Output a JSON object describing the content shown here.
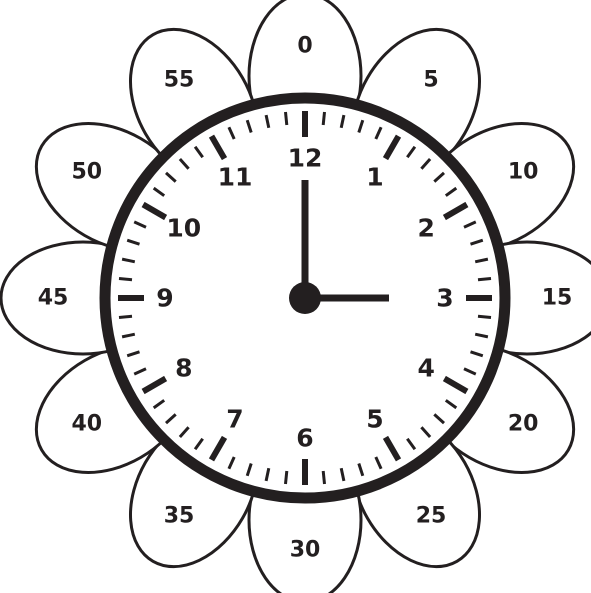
{
  "clock": {
    "hour_labels": [
      "12",
      "1",
      "2",
      "3",
      "4",
      "5",
      "6",
      "7",
      "8",
      "9",
      "10",
      "11"
    ],
    "minute_labels": [
      "0",
      "5",
      "10",
      "15",
      "20",
      "25",
      "30",
      "35",
      "40",
      "45",
      "50",
      "55"
    ],
    "time_shown": {
      "hour": 3,
      "minute": 0
    },
    "colors": {
      "ink": "#231f20",
      "paper": "#ffffff"
    }
  }
}
